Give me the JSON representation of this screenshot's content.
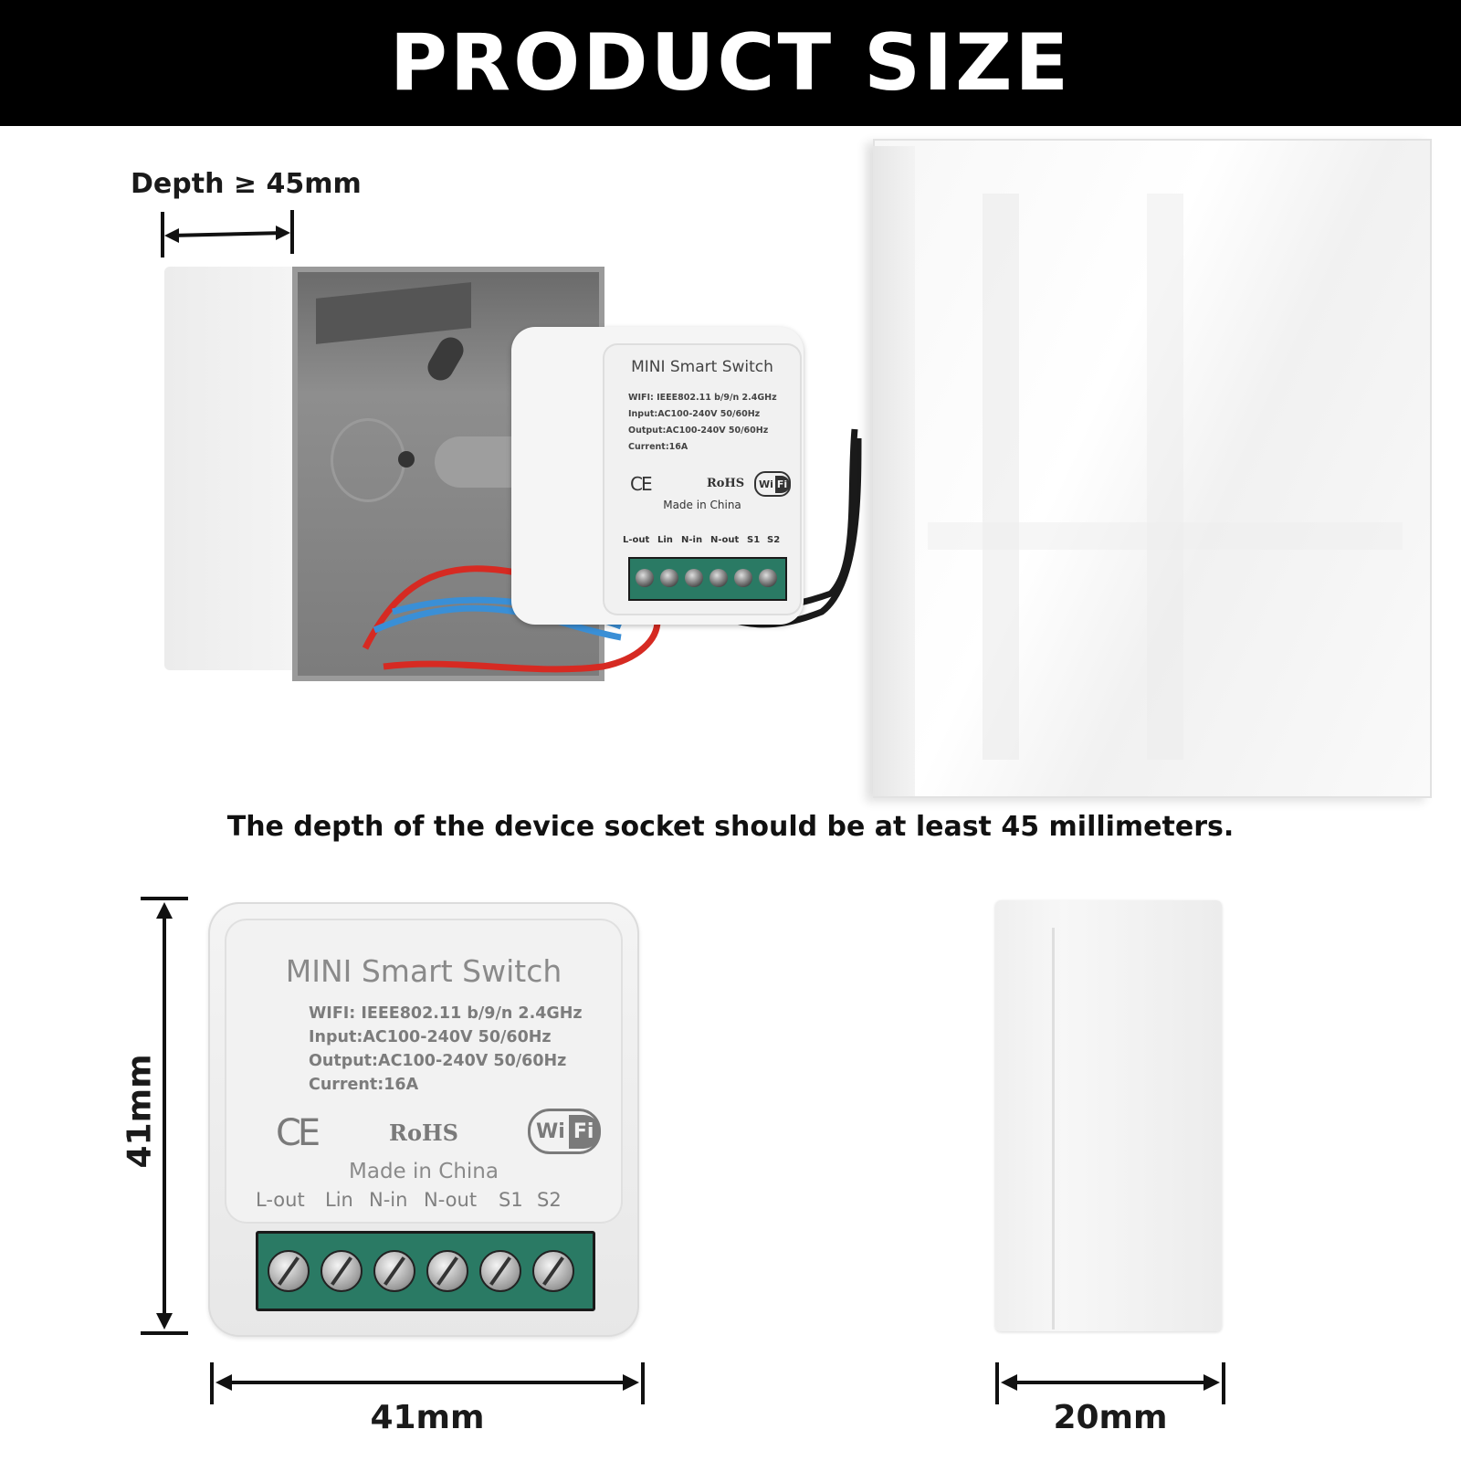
{
  "banner": {
    "title": "PRODUCT SIZE"
  },
  "install": {
    "depth_label": "Depth ≥ 45mm",
    "note": "The depth of the device socket should be at least 45 millimeters."
  },
  "device": {
    "title": "MINI Smart Switch",
    "specs": [
      "WIFI: IEEE802.11 b/9/n 2.4GHz",
      "Input:AC100-240V 50/60Hz",
      "Output:AC100-240V 50/60Hz",
      "Current:16A"
    ],
    "ce": "CE",
    "rohs": "RoHS",
    "wifi_wi": "Wi",
    "wifi_fi": "Fi",
    "made_in": "Made in China",
    "terminals": [
      "L-out",
      "Lin",
      "N-in",
      "N-out",
      "S1",
      "S2"
    ]
  },
  "dimensions": {
    "height": "41mm",
    "width": "41mm",
    "depth": "20mm"
  },
  "colors": {
    "banner_bg": "#000000",
    "terminal_green": "#2a7a64",
    "wire_red": "#d62a22",
    "wire_blue": "#3a8fd6",
    "wire_black": "#1a1a1a"
  }
}
